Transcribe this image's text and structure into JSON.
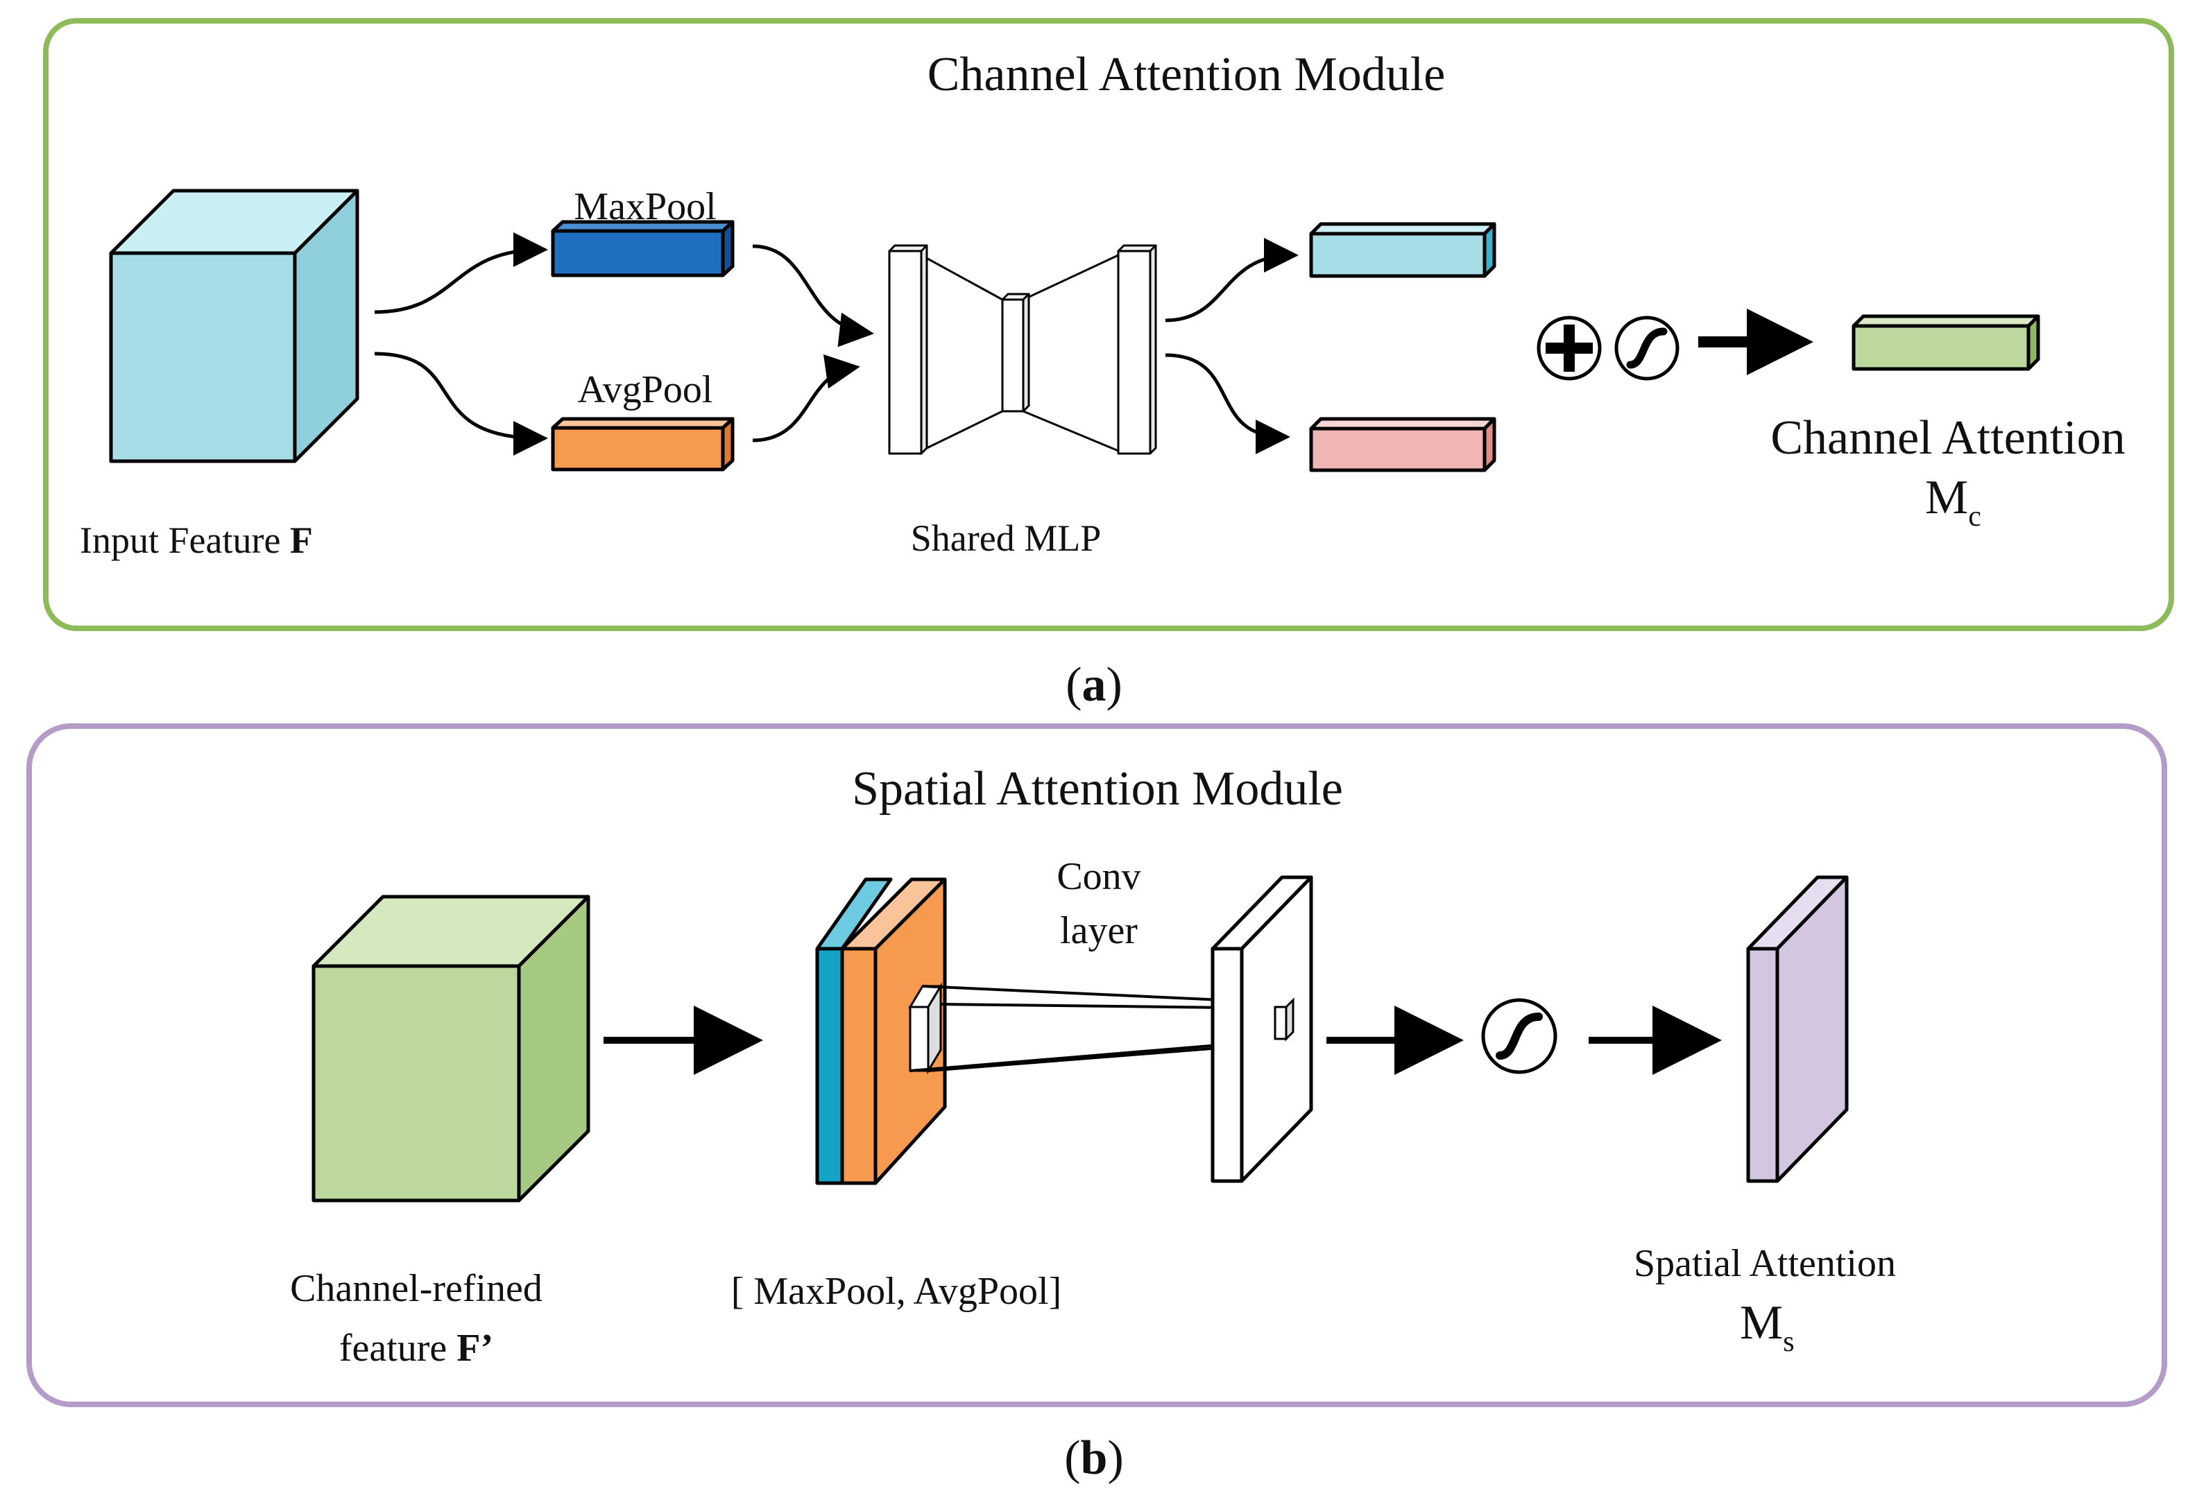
{
  "panel_a": {
    "title": "Channel Attention Module",
    "input_label": "Input Feature ",
    "input_symbol": "F",
    "maxpool_label": "MaxPool",
    "avgpool_label": "AvgPool",
    "mlp_label": "Shared MLP",
    "output_label": "Channel Attention",
    "output_symbol": "M",
    "output_subscript": "c",
    "caption_open": "(",
    "caption_letter": "a",
    "caption_close": ")"
  },
  "panel_b": {
    "title": "Spatial Attention Module",
    "input_label_line1": "Channel-refined",
    "input_label_line2": "feature ",
    "input_symbol": "F’",
    "pool_label": "[ MaxPool, AvgPool]",
    "conv_label_line1": "Conv",
    "conv_label_line2": "layer",
    "output_label": "Spatial Attention",
    "output_symbol": "M",
    "output_subscript": "s",
    "caption_open": "(",
    "caption_letter": "b",
    "caption_close": ")"
  },
  "colors": {
    "panel_a_border": "#8dbb5a",
    "panel_b_border": "#b59cc8",
    "input_cube_a": "#a6dde6",
    "maxpool_bar": "#1e6fc0",
    "avgpool_bar": "#f59a4e",
    "out_bar_top": "#a6dde6",
    "out_bar_bottom": "#f0b6b4",
    "channel_attention_bar": "#bcd89c",
    "input_cube_b": "#bcd89c",
    "pool_teal": "#13a5c6",
    "pool_orange": "#f59a4e",
    "spatial_attention": "#d2c6e0"
  },
  "icons": [
    "plus-circle-icon",
    "sigmoid-icon"
  ]
}
